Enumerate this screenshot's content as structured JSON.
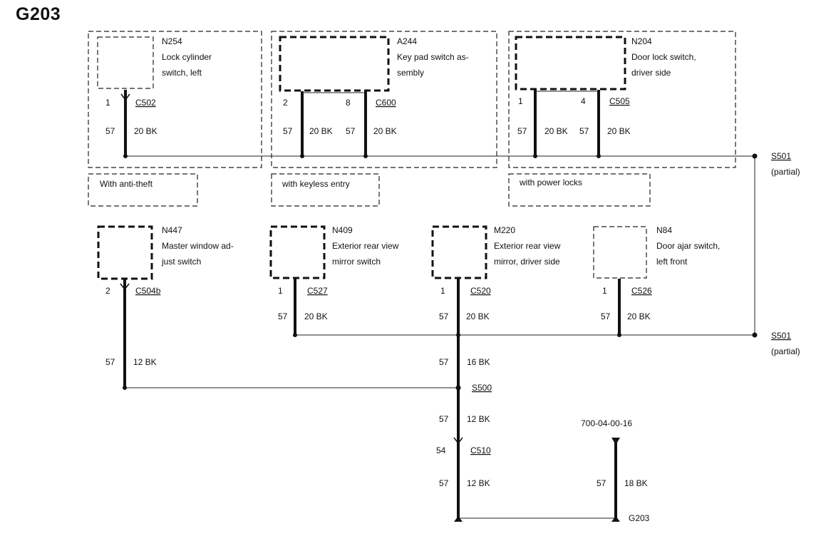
{
  "title": "G203",
  "components": [
    {
      "ref": "N254",
      "desc": [
        "Lock cylinder",
        "switch, left"
      ]
    },
    {
      "ref": "A244",
      "desc": [
        "Key pad switch as-",
        "sembly"
      ]
    },
    {
      "ref": "N204",
      "desc": [
        "Door lock switch,",
        "driver side"
      ]
    },
    {
      "ref": "N447",
      "desc": [
        "Master window ad-",
        "just switch"
      ]
    },
    {
      "ref": "N409",
      "desc": [
        "Exterior rear view",
        "mirror switch"
      ]
    },
    {
      "ref": "M220",
      "desc": [
        "Exterior rear view",
        "mirror, driver side"
      ]
    },
    {
      "ref": "N84",
      "desc": [
        "Door ajar switch,",
        "left front"
      ]
    }
  ],
  "options": [
    "With anti-theft",
    "with keyless entry",
    "with power locks"
  ],
  "connectors": {
    "n254_pin": "1",
    "n254_conn": "C502",
    "a244_pin_a": "2",
    "a244_pin_b": "8",
    "a244_conn": "C600",
    "n204_pin_a": "1",
    "n204_pin_b": "4",
    "n204_conn": "C505",
    "n447_pin": "2",
    "n447_conn": "C504b",
    "n409_pin": "1",
    "n409_conn": "C527",
    "m220_pin": "1",
    "m220_conn": "C520",
    "n84_pin": "1",
    "n84_conn": "C526",
    "c510_pin": "54",
    "c510_conn": "C510"
  },
  "wires": {
    "circuit": "57",
    "w20bk": "20 BK",
    "w12bk": "12 BK",
    "w16bk": "16 BK",
    "w18bk": "18 BK"
  },
  "splices": {
    "s501": "S501",
    "partial": "(partial)",
    "s500": "S500"
  },
  "ground": {
    "ref": "G203",
    "doc_number": "700-04-00-16"
  }
}
